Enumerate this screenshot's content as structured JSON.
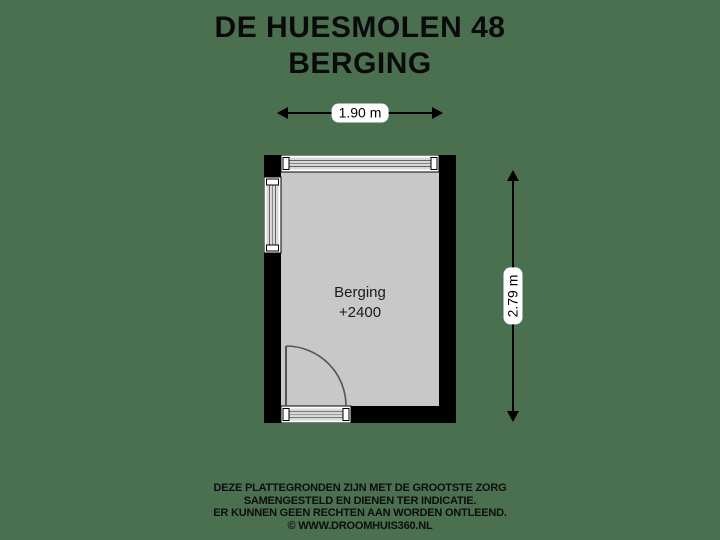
{
  "page": {
    "background_color": "#4a7050"
  },
  "title": {
    "line1": "DE HUESMOLEN 48",
    "line2": "BERGING"
  },
  "dimensions": {
    "width_label": "1.90 m",
    "height_label": "2.79 m"
  },
  "room": {
    "name": "Berging",
    "level": "+2400",
    "floor_color": "#c8c8c8",
    "wall_color": "#000000"
  },
  "features": {
    "window_top": "window",
    "window_left": "window",
    "door_bottom": "door-swing"
  },
  "footer": {
    "line1": "DEZE PLATTEGRONDEN ZIJN MET DE GROOTSTE ZORG",
    "line2": "SAMENGESTELD EN DIENEN TER INDICATIE.",
    "line3": "ER KUNNEN GEEN RECHTEN AAN WORDEN ONTLEEND.",
    "line4": "© WWW.DROOMHUIS360.NL"
  }
}
